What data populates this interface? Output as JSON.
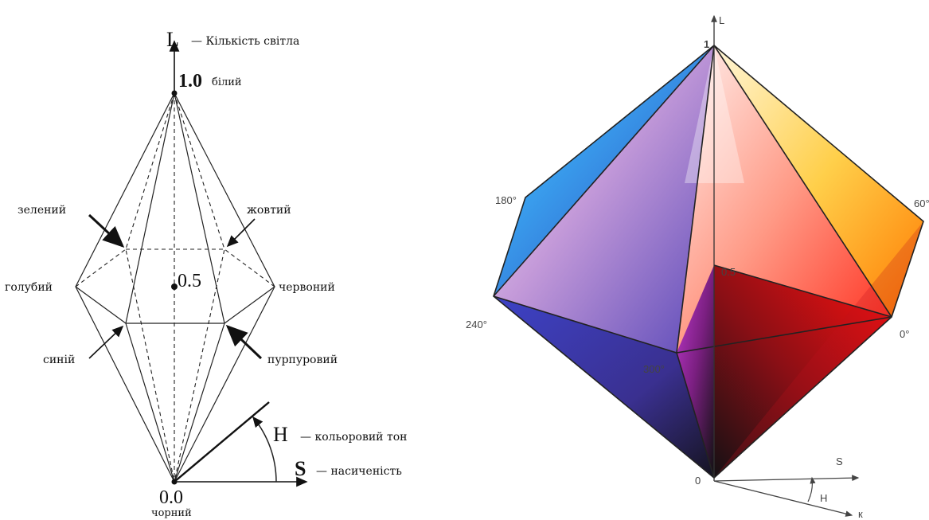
{
  "left_diagram": {
    "axis_L": "L",
    "axis_L_desc": "— Кількість світла",
    "top_value": "1.0",
    "top_name": "білий",
    "mid_value": "0.5",
    "bottom_value": "0.0",
    "bottom_name": "чорний",
    "green": "зелений",
    "yellow": "жовтий",
    "cyan": "голубий",
    "red": "червоний",
    "blue": "синій",
    "magenta": "пурпуровий",
    "axis_H": "H",
    "axis_H_desc": "— кольоровий тон",
    "axis_S": "S",
    "axis_S_desc": "— насиченість"
  },
  "right_diagram": {
    "axis_L": "L",
    "top_value": "1",
    "mid_value": "0.5",
    "bottom_value": "0",
    "angle_180": "180°",
    "angle_60": "60°",
    "angle_240": "240°",
    "angle_0": "0°",
    "angle_300": "300°",
    "axis_S": "S",
    "axis_H": "H",
    "axis_K": "к"
  },
  "colors": {
    "white": "#ffffff",
    "black": "#000000",
    "red": "#ff0000",
    "yellow": "#ffff00",
    "cyan": "#00ffff",
    "blue": "#0000ff",
    "magenta": "#ff00ff"
  }
}
